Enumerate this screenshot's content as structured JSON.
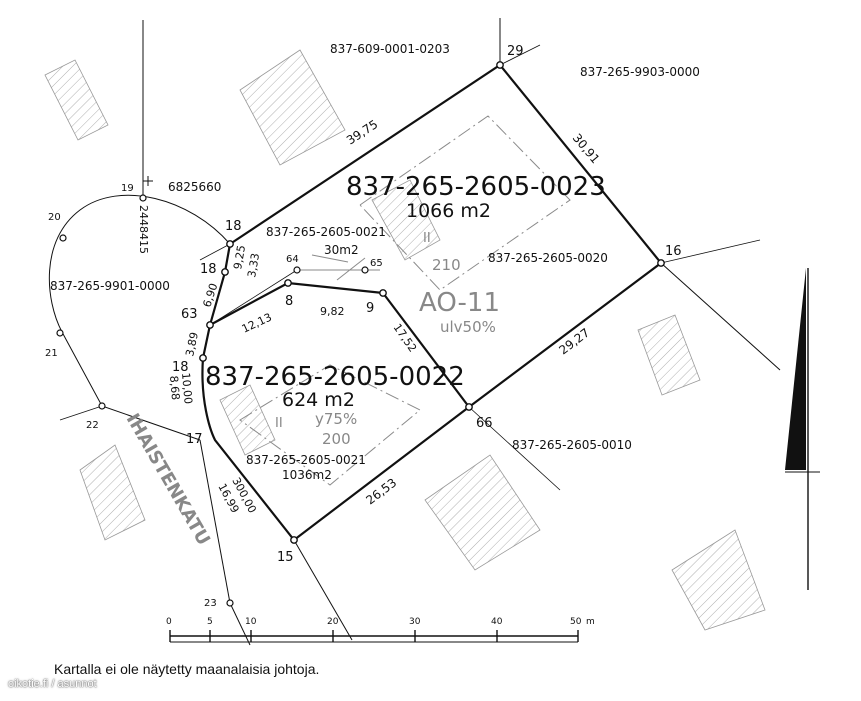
{
  "parcels": {
    "upper_neighbor": "837-609-0001-0203",
    "top_right": "837-265-9903-0000",
    "big_id": "837-265-2605-0023",
    "big_area": "1066 m2",
    "sub_0021_a": "837-265-2605-0021",
    "sub_0020": "837-265-2605-0020",
    "road_parcel": "837-265-9901-0000",
    "small_id": "837-265-2605-0022",
    "small_area": "624 m2",
    "sub_0021_b": "837-265-2605-0021",
    "sub_0021_b_area": "1036m2",
    "right_neighbor": "837-265-2605-0010"
  },
  "zoning": {
    "code": "AO-11",
    "efficiency": "ulv50%",
    "roman_upper": "II",
    "number_upper": "210",
    "roman_lower": "II",
    "efficiency_lower": "y75%",
    "number_lower": "200"
  },
  "point_labels": {
    "p29": "29",
    "p16": "16",
    "p66": "66",
    "p15": "15",
    "p17": "17",
    "p18_mid": "18",
    "p63": "63",
    "p18_a": "18",
    "p18_top": "18",
    "p8": "8",
    "p9": "9",
    "p64": "64",
    "p65": "65",
    "p19": "19",
    "p20": "20",
    "p21": "21",
    "p22": "22",
    "p23": "23"
  },
  "measurements": {
    "d_39_75": "39,75",
    "d_30_91": "30,91",
    "d_29_27": "29,27",
    "d_26_53": "26,53",
    "d_300": "300,00",
    "d_16_99": "16,99",
    "d_10": "10,00",
    "d_8_68": "8,68",
    "d_3_89": "3,89",
    "d_12_13": "12,13",
    "d_9_82": "9,82",
    "d_17_52": "17,52",
    "d_6_90": "6,90",
    "d_9_25": "9,25",
    "d_3_33": "3,33",
    "area_30": "30m2"
  },
  "coordinates": {
    "north": "6825660",
    "east": "2448415"
  },
  "street_name": "IHAISTENKATU",
  "scale_bar": {
    "ticks": [
      "0",
      "5",
      "10",
      "20",
      "30",
      "40",
      "50"
    ],
    "unit": "m"
  },
  "caption": "Kartalla ei ole näytetty maanalaisia johtoja.",
  "watermark": "oikotie.fi / asunnot"
}
